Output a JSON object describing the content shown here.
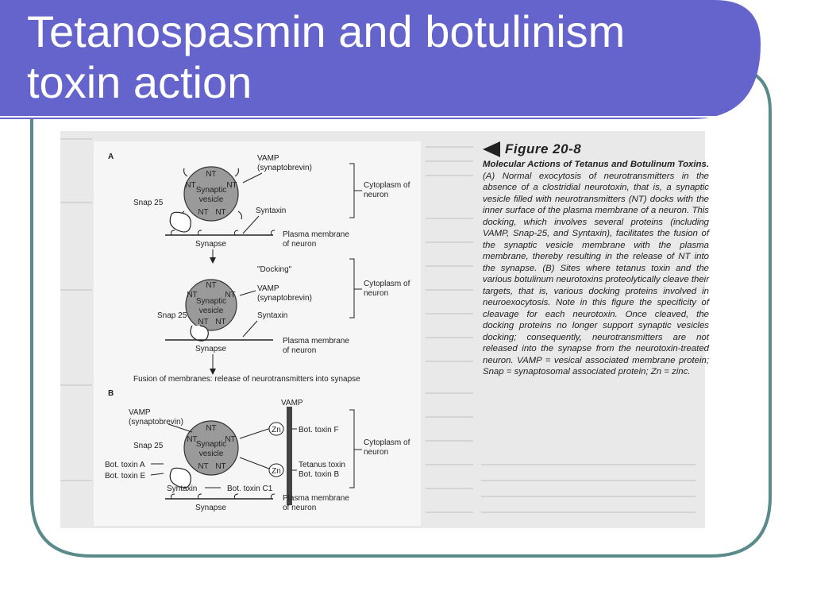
{
  "slide": {
    "title_lines": [
      "Tetanospasmin and botulinism",
      "toxin action"
    ],
    "colors": {
      "title_band": "#6464cc",
      "frame": "#5a8a8a",
      "background": "#ffffff"
    }
  },
  "figure": {
    "label_number": "Figure 20-8",
    "caption_title": "Molecular Actions of Tetanus and Botulinum Toxins.",
    "caption_text": "(A) Normal exocytosis of neurotransmitters in the absence of a clostridial neurotoxin, that is, a synaptic vesicle filled with neurotransmitters (NT) docks with the inner surface of the plasma membrane of a neuron. This docking, which involves several proteins (including VAMP, Snap-25, and Syntaxin), facilitates the fusion of the synaptic vesicle membrane with the plasma membrane, thereby resulting in the release of NT into the synapse. (B) Sites where tetanus toxin and the various botulinum neurotoxins proteolytically cleave their targets, that is, various docking proteins involved in neuroexocytosis. Note in this figure the specificity of cleavage for each neurotoxin. Once cleaved, the docking proteins no longer support synaptic vesicles docking; consequently, neurotransmitters are not released into the synapse from the neurotoxin-treated neuron. VAMP = vesical associated membrane protein; Snap = synaptosomal associated protein; Zn = zinc."
  },
  "diagram": {
    "panel_a": {
      "label": "A",
      "vamp": "VAMP",
      "synaptobrevin": "(synaptobrevin)",
      "cytoplasm_1": "Cytoplasm of",
      "cytoplasm_2": "neuron",
      "snap25": "Snap 25",
      "syntaxin": "Syntaxin",
      "plasma_1": "Plasma membrane",
      "plasma_2": "of neuron",
      "synapse": "Synapse",
      "vesicle_1": "Synaptic",
      "vesicle_2": "vesicle",
      "nt": "NT"
    },
    "panel_a2": {
      "docking": "\"Docking\"",
      "vamp": "VAMP",
      "synaptobrevin": "(synaptobrevin)",
      "cytoplasm_1": "Cytoplasm of",
      "cytoplasm_2": "neuron",
      "snap25": "Snap 25",
      "syntaxin": "Syntaxin",
      "plasma_1": "Plasma membrane",
      "plasma_2": "of neuron",
      "synapse": "Synapse",
      "vesicle_1": "Synaptic",
      "vesicle_2": "vesicle",
      "nt": "NT"
    },
    "fusion_text": "Fusion of membranes: release of neurotransmitters into synapse",
    "panel_b": {
      "label": "B",
      "vamp_top": "VAMP",
      "vamp": "VAMP",
      "synaptobrevin": "(synaptobrevin)",
      "snap25": "Snap 25",
      "bot_a": "Bot. toxin A",
      "bot_e": "Bot. toxin E",
      "bot_f": "Bot. toxin F",
      "tetanus": "Tetanus toxin",
      "bot_b": "Bot. toxin B",
      "zn": "Zn",
      "cytoplasm_1": "Cytoplasm of",
      "cytoplasm_2": "neuron",
      "syntaxin": "Syntaxin",
      "bot_c1": "Bot. toxin C1",
      "plasma_1": "Plasma membrane",
      "plasma_2": "of neuron",
      "synapse": "Synapse",
      "vesicle_1": "Synaptic",
      "vesicle_2": "vesicle",
      "nt": "NT"
    }
  }
}
